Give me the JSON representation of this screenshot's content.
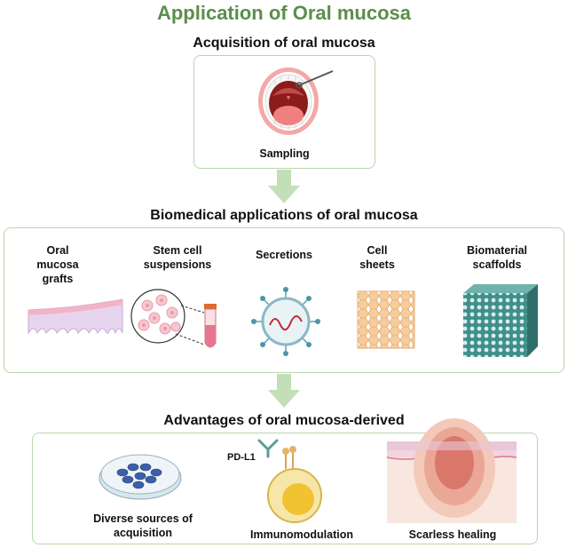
{
  "title": "Application of Oral mucosa",
  "section1": {
    "heading": "Acquisition of oral mucosa",
    "caption": "Sampling"
  },
  "section2": {
    "heading": "Biomedical applications of oral mucosa",
    "items": [
      {
        "label": "Oral\nmucosa\ngrafts",
        "icon": "mucosa-graft-icon"
      },
      {
        "label": "Stem cell\nsuspensions",
        "icon": "stem-cell-tube-icon"
      },
      {
        "label": "Secretions",
        "icon": "exosome-icon"
      },
      {
        "label": "Cell\nsheets",
        "icon": "cell-sheet-icon"
      },
      {
        "label": "Biomaterial\nscaffolds",
        "icon": "scaffold-cube-icon"
      }
    ]
  },
  "section3": {
    "heading": "Advantages of oral mucosa-derived",
    "items": [
      {
        "label": "Diverse sources of\nacquisition",
        "icon": "petri-dish-icon"
      },
      {
        "label": "Immunomodulation",
        "icon": "immune-cell-icon"
      },
      {
        "label": "Scarless healing",
        "icon": "skin-layers-icon"
      }
    ],
    "pdl1_label": "PD-L1"
  },
  "colors": {
    "title": "#5b8e4c",
    "box_border": "#b9d6ae",
    "arrow": "#c3dfb8"
  }
}
